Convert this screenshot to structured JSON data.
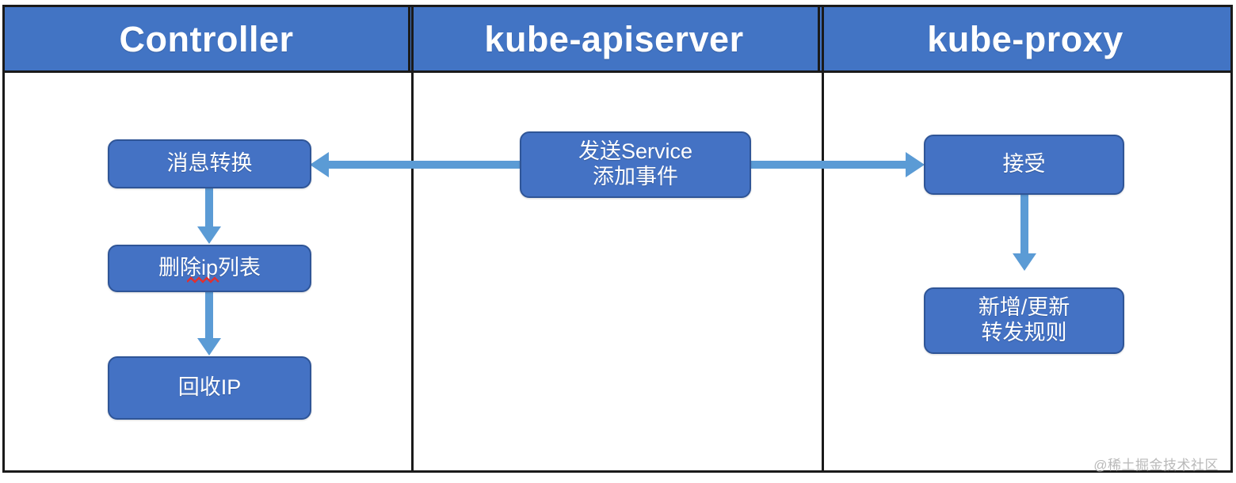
{
  "diagram": {
    "title": "Kubernetes Service event flow swimlane",
    "colors": {
      "lane_header_bg": "#4274C4",
      "node_fill": "#4472C4",
      "node_border": "#2F5597",
      "arrow": "#5B9BD5",
      "frame": "#1A1A1A",
      "node_text": "#FFFFFF",
      "spellcheck_underline": "#E03030",
      "watermark_text": "#B9B9B9"
    },
    "lanes": [
      {
        "id": "controller",
        "header": "Controller"
      },
      {
        "id": "kube-apiserver",
        "header": "kube-apiserver"
      },
      {
        "id": "kube-proxy",
        "header": "kube-proxy"
      }
    ],
    "nodes": [
      {
        "id": "msg-convert",
        "lane": "controller",
        "label": "消息转换"
      },
      {
        "id": "del-ip-list",
        "lane": "controller",
        "label": "删除ip列表",
        "spellcheck_word": "ip"
      },
      {
        "id": "recycle-ip",
        "lane": "controller",
        "label": "回收IP"
      },
      {
        "id": "send-svc-event",
        "lane": "kube-apiserver",
        "label": "发送Service\n添加事件"
      },
      {
        "id": "receive",
        "lane": "kube-proxy",
        "label": "接受"
      },
      {
        "id": "update-rules",
        "lane": "kube-proxy",
        "label": "新增/更新\n转发规则"
      }
    ],
    "edges": [
      {
        "id": "e1",
        "from": "send-svc-event",
        "to": "msg-convert",
        "direction": "left",
        "label": ""
      },
      {
        "id": "e2",
        "from": "send-svc-event",
        "to": "receive",
        "direction": "right",
        "label": ""
      },
      {
        "id": "e3",
        "from": "msg-convert",
        "to": "del-ip-list",
        "direction": "down",
        "label": ""
      },
      {
        "id": "e4",
        "from": "del-ip-list",
        "to": "recycle-ip",
        "direction": "down",
        "label": ""
      },
      {
        "id": "e5",
        "from": "receive",
        "to": "update-rules",
        "direction": "down",
        "label": ""
      }
    ],
    "watermark": "@稀土掘金技术社区"
  }
}
